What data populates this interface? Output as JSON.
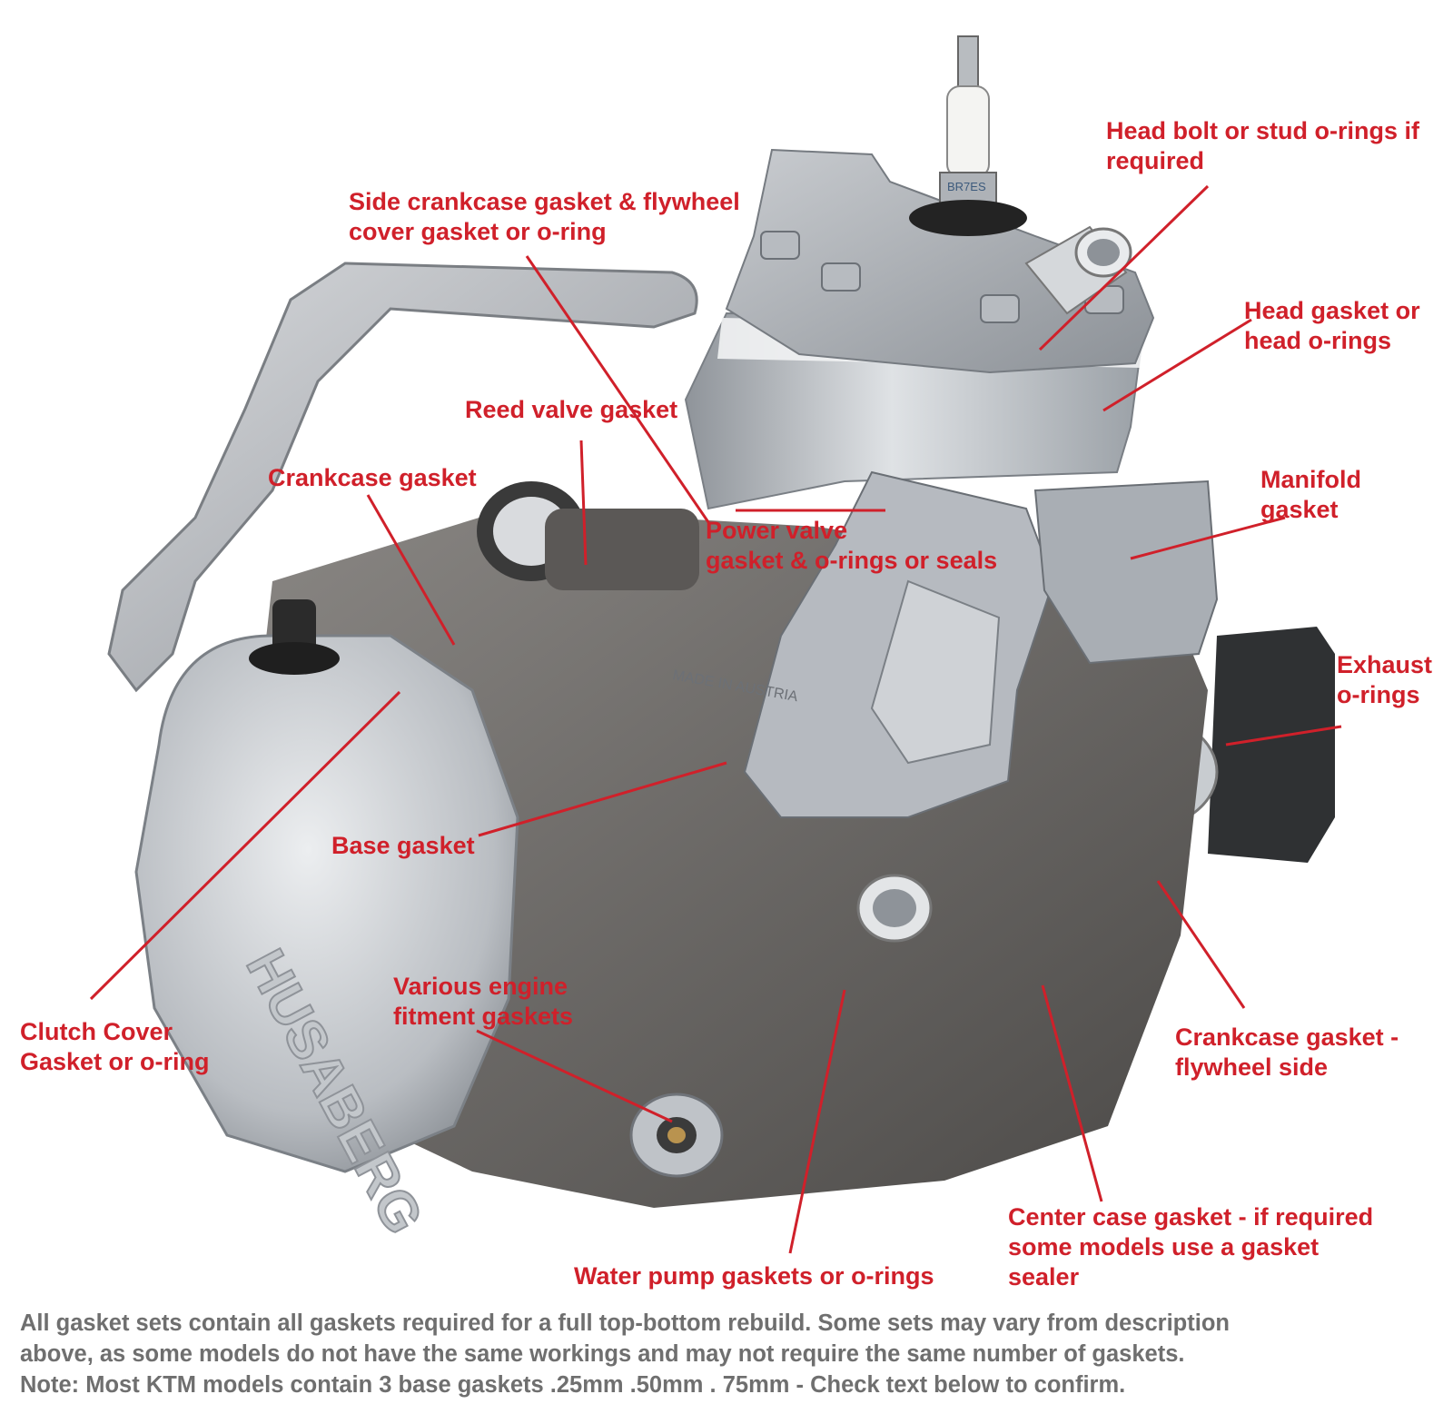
{
  "colors": {
    "label": "#d0202a",
    "leader_line": "#d0202a",
    "footer": "#6f6f6f"
  },
  "engine": {
    "brand_cast": "HUSABERG",
    "cylinder_cast": "MADE IN AUSTRIA",
    "spark_plug_text": "BR7ES"
  },
  "labels": {
    "head_bolt": {
      "line1": "Head bolt or stud o-rings if",
      "line2": "required"
    },
    "side_crankcase": {
      "line1": "Side crankcase gasket & flywheel",
      "line2": "cover gasket or o-ring"
    },
    "head_gasket": {
      "line1": "Head gasket or",
      "line2": "head o-rings"
    },
    "reed_valve": {
      "line1": "Reed valve gasket"
    },
    "crankcase": {
      "line1": "Crankcase gasket"
    },
    "manifold": {
      "line1": "Manifold",
      "line2": "gasket"
    },
    "power_valve": {
      "line1": "Power valve",
      "line2": "gasket & o-rings or seals"
    },
    "exhaust": {
      "line1": "Exhaust",
      "line2": "o-rings"
    },
    "base": {
      "line1": "Base gasket"
    },
    "various": {
      "line1": "Various engine",
      "line2": "fitment gaskets"
    },
    "clutch": {
      "line1": "Clutch Cover",
      "line2": "Gasket or o-ring"
    },
    "crankcase_flywheel": {
      "line1": "Crankcase gasket -",
      "line2": "flywheel side"
    },
    "center_case": {
      "line1": "Center case gasket - if required",
      "line2": "some models use a gasket",
      "line3": "sealer"
    },
    "water_pump": {
      "line1": "Water pump gaskets or o-rings"
    }
  },
  "footer": {
    "line1": "All gasket sets contain all gaskets required for a full top-bottom rebuild. Some sets may vary from description",
    "line2": "above, as some models do not have the same workings and may not require the same number of gaskets.",
    "line3": "Note: Most KTM models contain 3 base gaskets .25mm .50mm . 75mm - Check text below to confirm."
  }
}
